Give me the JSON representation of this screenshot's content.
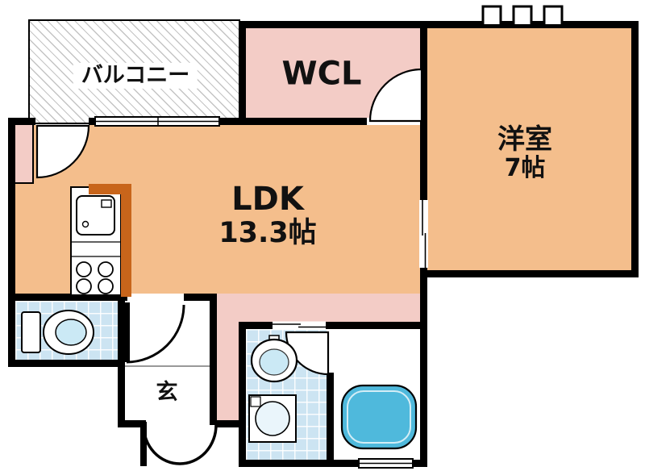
{
  "floor_plan": {
    "rooms": {
      "balcony": {
        "label": "バルコニー"
      },
      "wcl": {
        "label": "WCL"
      },
      "western_room": {
        "name": "洋室",
        "size": "7帖"
      },
      "ldk": {
        "name": "LDK",
        "size": "13.3帖"
      },
      "entrance": {
        "label": "玄"
      }
    }
  },
  "colors": {
    "wall": "#000000",
    "room_orange": "#F4BE8C",
    "room_pink": "#F3CCC6",
    "tile_blue": "#CCE4F2",
    "fixture_blue": "#4FB9DC",
    "fixture_light_blue": "#CBE9F5",
    "counter_brown": "#C8651B"
  }
}
